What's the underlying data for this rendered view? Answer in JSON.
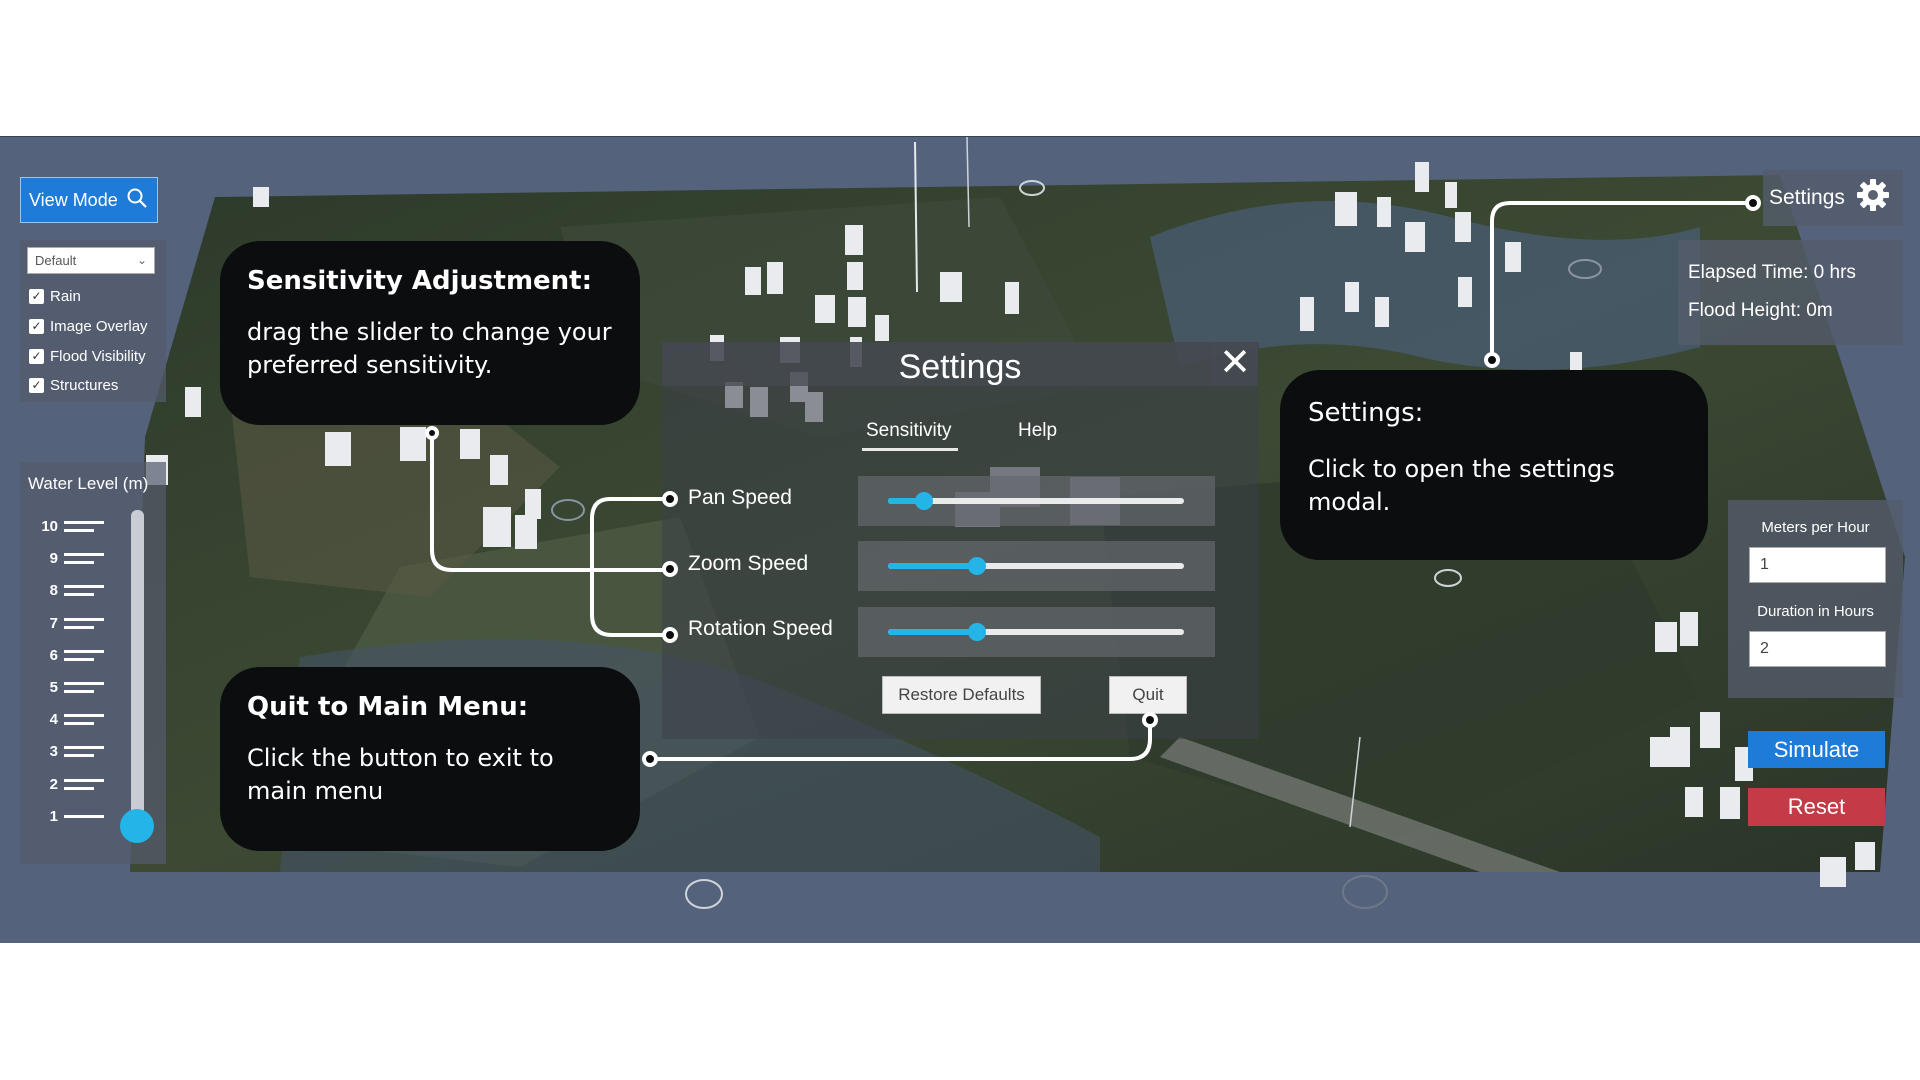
{
  "toolbar": {
    "view_mode_label": "View Mode",
    "view_mode_icon": "search-icon",
    "layer_select_value": "Default",
    "layers": [
      {
        "label": "Rain",
        "checked": true
      },
      {
        "label": "Image Overlay",
        "checked": true
      },
      {
        "label": "Flood Visibility",
        "checked": true
      },
      {
        "label": "Structures",
        "checked": true
      }
    ]
  },
  "water_level": {
    "title": "Water Level (m)",
    "ticks": [
      "10",
      "9",
      "8",
      "7",
      "6",
      "5",
      "4",
      "3",
      "2",
      "1"
    ],
    "value": 1
  },
  "settings_button": {
    "label": "Settings",
    "icon": "gear-icon"
  },
  "status": {
    "elapsed_time": "Elapsed Time: 0 hrs",
    "flood_height": "Flood Height: 0m"
  },
  "rates": {
    "meters_per_hour_label": "Meters per Hour",
    "meters_per_hour_value": "1",
    "duration_label": "Duration in Hours",
    "duration_value": "2"
  },
  "actions": {
    "simulate_label": "Simulate",
    "reset_label": "Reset"
  },
  "settings_modal": {
    "title": "Settings",
    "close_icon": "close-icon",
    "tabs": [
      {
        "label": "Sensitivity",
        "active": true
      },
      {
        "label": "Help",
        "active": false
      }
    ],
    "sliders": [
      {
        "label": "Pan Speed",
        "fraction": 0.12
      },
      {
        "label": "Zoom Speed",
        "fraction": 0.3
      },
      {
        "label": "Rotation Speed",
        "fraction": 0.3
      }
    ],
    "restore_defaults_label": "Restore Defaults",
    "quit_label": "Quit"
  },
  "callouts": {
    "sensitivity_title": "Sensitivity Adjustment:",
    "sensitivity_body": "drag the slider to change your preferred sensitivity.",
    "quit_title": "Quit to Main Menu:",
    "quit_body": "Click the button to exit to main menu",
    "settings_title": "Settings:",
    "settings_body": " Click to open the settings modal."
  },
  "colors": {
    "accent_blue": "#1f7bd8",
    "slider_cyan": "#23b4e8",
    "reset_red": "#c23b47",
    "callout_bg": "#0c0d0f"
  }
}
